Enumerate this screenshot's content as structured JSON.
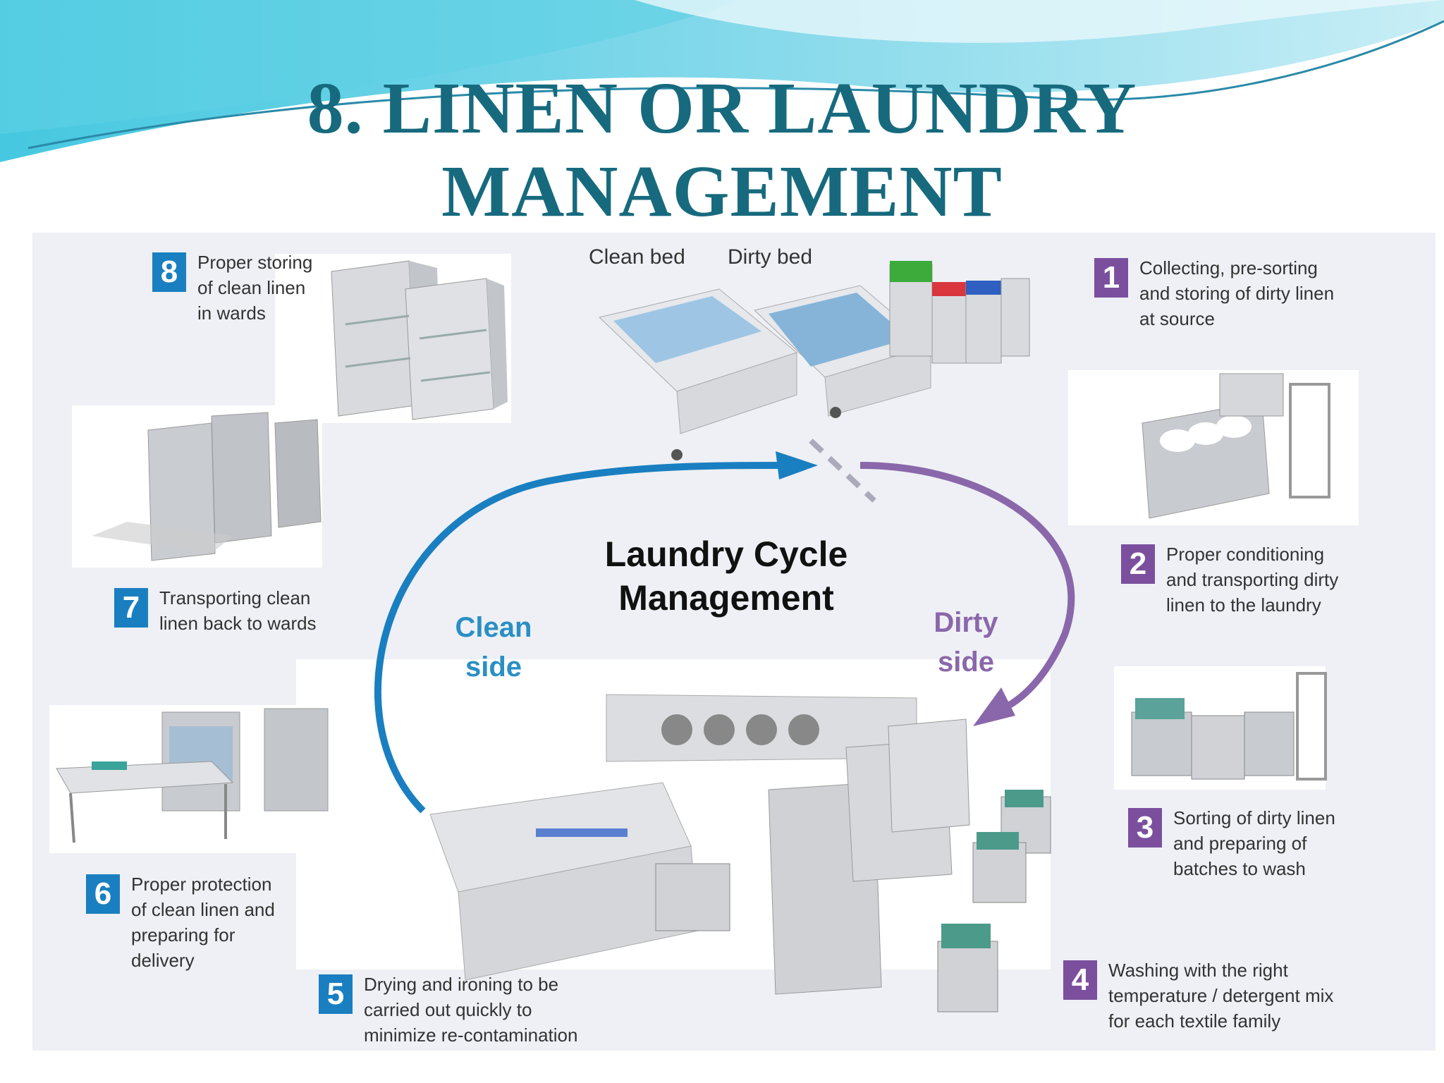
{
  "title": {
    "line1": "8. LINEN OR LAUNDRY",
    "line2": "MANAGEMENT"
  },
  "diagram": {
    "center_title": "Laundry Cycle\nManagement",
    "clean_side": "Clean\nside",
    "dirty_side": "Dirty\nside",
    "clean_bed": "Clean bed",
    "dirty_bed": "Dirty bed",
    "steps": [
      {
        "number": "1",
        "text": "Collecting, pre-sorting\nand storing of dirty linen\nat source"
      },
      {
        "number": "2",
        "text": "Proper conditioning\nand transporting dirty\nlinen to the laundry"
      },
      {
        "number": "3",
        "text": "Sorting of dirty linen\nand preparing of\nbatches to wash"
      },
      {
        "number": "4",
        "text": "Washing with the right\ntemperature / detergent mix\nfor each textile family"
      },
      {
        "number": "5",
        "text": "Drying and ironing to be\ncarried out quickly to\nminimize  re-contamination"
      },
      {
        "number": "6",
        "text": "Proper protection\nof clean linen and\npreparing for\ndelivery"
      },
      {
        "number": "7",
        "text": "Transporting clean\nlinen back to wards"
      },
      {
        "number": "8",
        "text": "Proper storing\nof clean linen\nin wards"
      }
    ]
  },
  "colors": {
    "title": "#176a7e",
    "clean_arrow": "#1a7fc0",
    "dirty_arrow": "#7b4f9e"
  }
}
